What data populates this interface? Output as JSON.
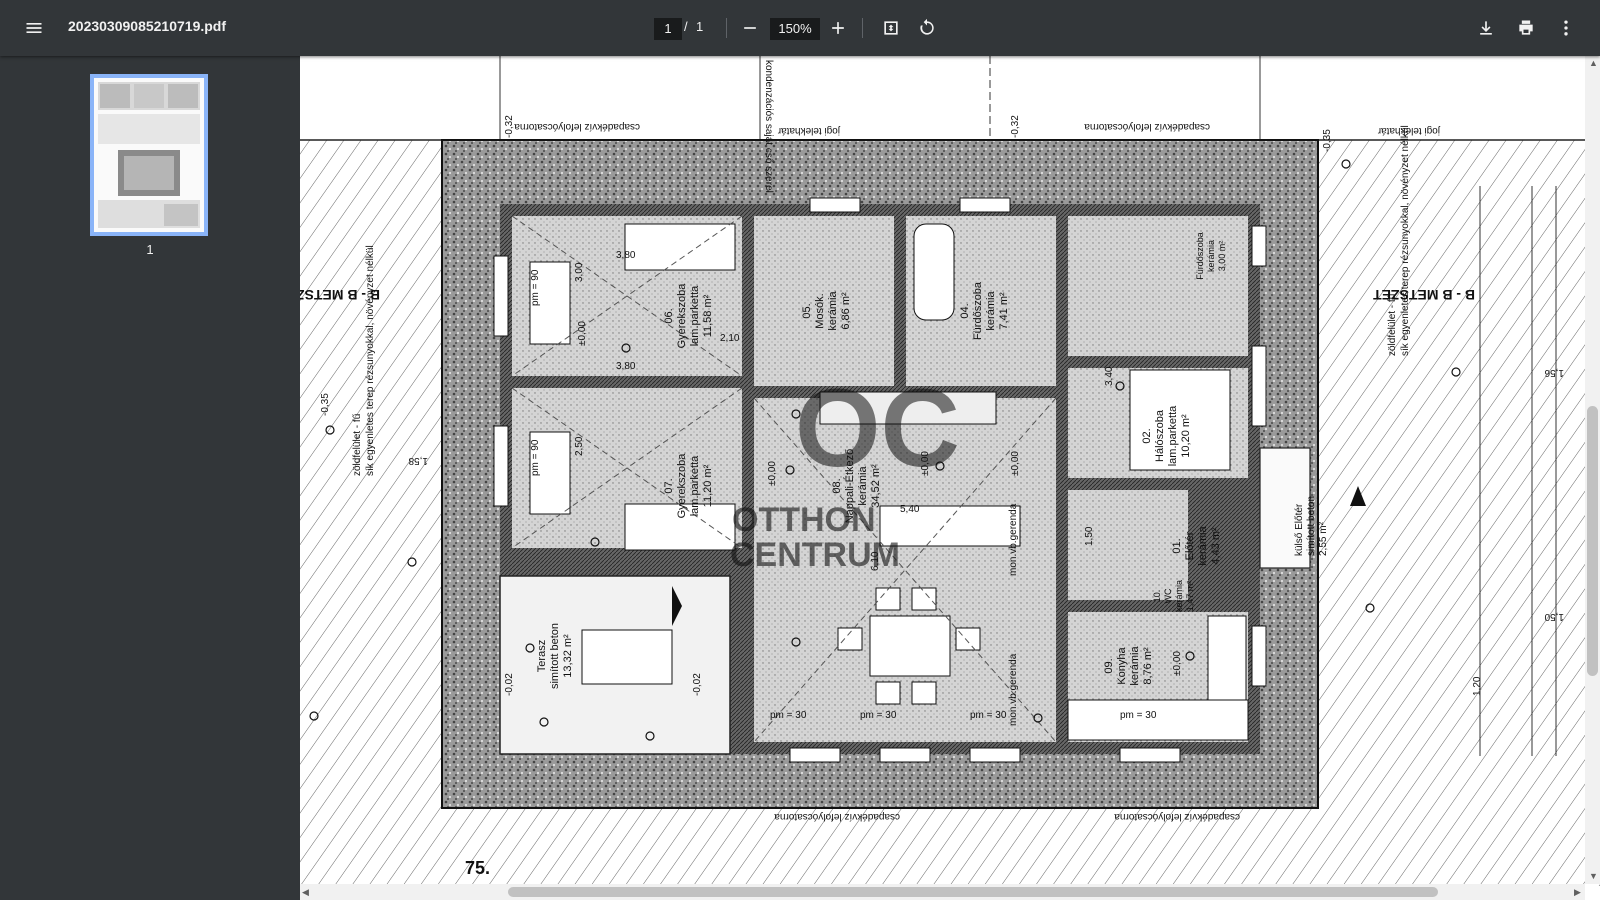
{
  "toolbar": {
    "file_name": "20230309085210719.pdf",
    "current_page": "1",
    "page_separator": "/",
    "total_pages": "1",
    "zoom": "150%",
    "icons": [
      "menu-icon",
      "zoom-out-icon",
      "zoom-in-icon",
      "fit-page-icon",
      "rotate-icon",
      "download-icon",
      "print-icon",
      "more-vert-icon"
    ]
  },
  "sidebar": {
    "thumbnails": [
      {
        "label": "1"
      }
    ]
  },
  "drawing": {
    "rooms": [
      {
        "num": "06.",
        "name": "Gyerekszoba",
        "floor": "lam.parketta",
        "area": "11,58 m²"
      },
      {
        "num": "07.",
        "name": "Gyerekszoba",
        "floor": "lam.parketta",
        "area": "11,20 m²"
      },
      {
        "num": "05.",
        "name": "Mosók.",
        "floor": "kerámia",
        "area": "6,86 m²"
      },
      {
        "num": "04.",
        "name": "Fürdőszoba",
        "floor": "kerámia",
        "area": "7,41 m²"
      },
      {
        "num": "08.",
        "name": "Nappali-Étkező",
        "floor": "kerámia",
        "area": "34,52 m²"
      },
      {
        "num": "02.",
        "name": "Hálószoba",
        "floor": "lam.parketta",
        "area": "10,20 m²"
      },
      {
        "num": "01.",
        "name": "Előtér",
        "floor": "kerámia",
        "area": "4,43 m²"
      },
      {
        "num": "09.",
        "name": "Konyha",
        "floor": "kerámia",
        "area": "8,76 m²"
      },
      {
        "num": "10.",
        "name": "WC",
        "floor": "kerámia",
        "area": "1,47 m²"
      },
      {
        "num": "",
        "name": "Terasz",
        "floor": "simított beton",
        "area": "13,32 m²"
      },
      {
        "num": "",
        "name": "Fürdőszoba",
        "floor": "kerámia",
        "area": "3,00 m²"
      }
    ],
    "labels": {
      "section_left": "B - B METSZET",
      "section_right": "B - B METSZET",
      "rain_top_left": "csapadékvíz lefolyócsatorna",
      "rain_top_right": "csapadékvíz lefolyócsatorna",
      "rain_bottom_left": "csapadékvíz lefolyócsatorna",
      "rain_bottom_right": "csapadékvíz lefolyócsatorna",
      "boundary_top": "jogi telekhatár",
      "boundary_right": "jogi telekhatár",
      "condense_pipe": "kondenzációs saját cső szerel",
      "green_left": "zöldfelület - fű",
      "green_left_2": "sík egyenletes terep rézsunyokkal, növényzet nélkül",
      "green_right": "zöldfelület - fű",
      "green_right_2": "sík egyenletes terep rézsunyokkal, növényzet nélkül",
      "ext_entry": "külső Előtér",
      "ext_entry_floor": "simított beton",
      "ext_entry_area": "2,55 m²",
      "ext_entry_floor2": "simított beton",
      "levels": [
        "±0,00",
        "-0,32",
        "-0,35",
        "-0,02",
        "1,56",
        "1,50",
        "1,58"
      ],
      "watermark_1": "OTTHON",
      "watermark_2": "CENTRUM",
      "page_number_corner": "75.",
      "beam_1": "mon.vb.gerenda",
      "beam_2": "mon.vb.gerenda",
      "dims": [
        "pm = 90",
        "pm = 30",
        "pm = 90",
        "3,80",
        "3,00",
        "2,50",
        "2,10",
        "5,40",
        "6,10",
        "3,40",
        "1,50",
        "1,20"
      ]
    }
  }
}
